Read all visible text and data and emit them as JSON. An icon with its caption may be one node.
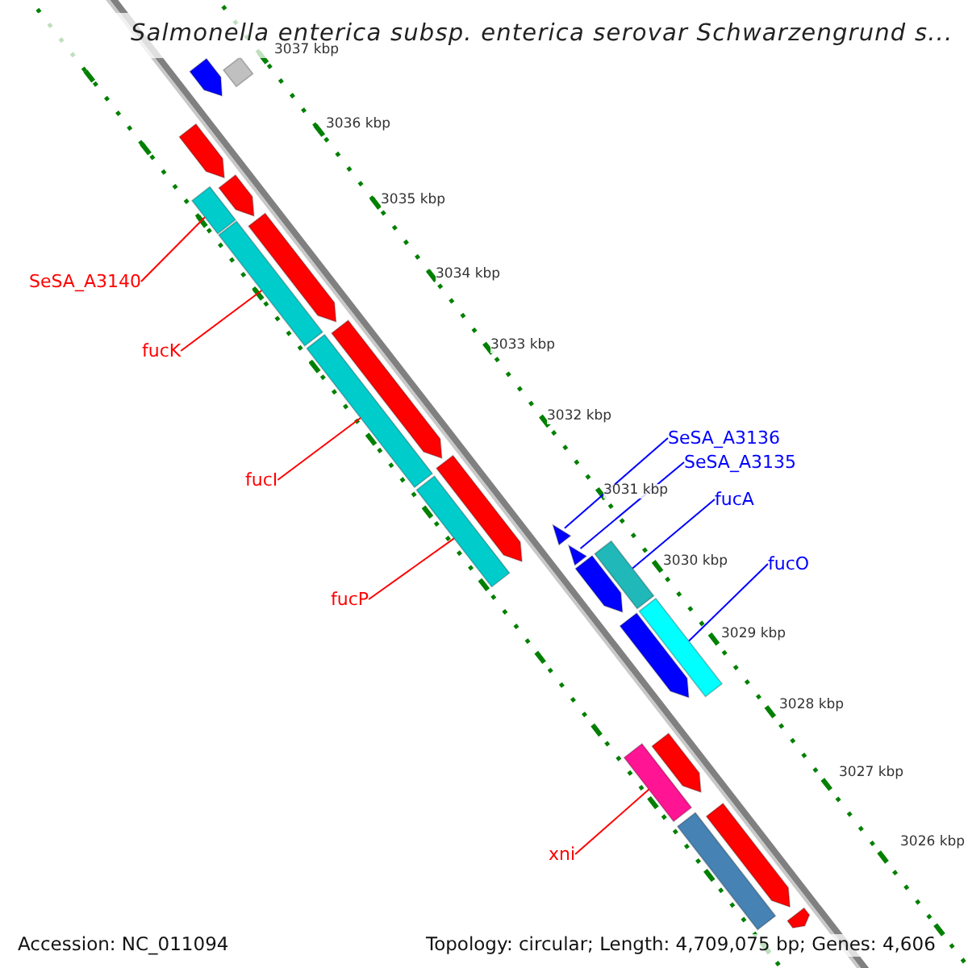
{
  "diagram": {
    "title": "Salmonella enterica subsp. enterica serovar Schwarzengrund s...",
    "nodes": [
      {
        "text": [
          "SeSA_A3140"
        ]
      },
      {
        "text": [
          "fucK"
        ]
      },
      {
        "text": [
          "fucI"
        ]
      },
      {
        "text": [
          "fucP"
        ]
      },
      {
        "text": [
          "SeSA_A3136"
        ]
      },
      {
        "text": [
          "SeSA_A3135"
        ]
      },
      {
        "text": [
          "fucA"
        ]
      },
      {
        "text": [
          "fucO"
        ]
      },
      {
        "text": [
          "xni"
        ]
      },
      {
        "text": [],
        "shape": "bar"
      },
      {
        "text": [],
        "shape": "bar"
      },
      {
        "text": [],
        "shape": "bar"
      },
      {
        "text": [],
        "shape": "bar"
      },
      {
        "text": [],
        "shape": "arrow"
      },
      {
        "text": [],
        "shape": "arrow"
      },
      {
        "text": [],
        "shape": "bar"
      },
      {
        "text": [],
        "shape": "bar"
      },
      {
        "text": [],
        "shape": "bar"
      },
      {
        "text": [],
        "shape": "arrow"
      },
      {
        "text": [],
        "shape": "bar"
      },
      {
        "text": [],
        "shape": "arrow"
      },
      {
        "text": [],
        "shape": "arrow"
      },
      {
        "text": [],
        "shape": "arrow"
      },
      {
        "text": [],
        "shape": "arrow"
      },
      {
        "text": [],
        "shape": "arrow"
      },
      {
        "text": [],
        "shape": "arrow"
      },
      {
        "text": [],
        "shape": "arrow"
      },
      {
        "text": [],
        "shape": "arrow"
      },
      {
        "text": [],
        "shape": "arrow"
      },
      {
        "text": [],
        "shape": "bar"
      },
      {
        "text": [],
        "shape": "arrow"
      }
    ],
    "edges": [
      {
        "from": 0,
        "to": 9,
        "arrow": "none"
      },
      {
        "from": 1,
        "to": 10,
        "arrow": "none"
      },
      {
        "from": 2,
        "to": 11,
        "arrow": "none"
      },
      {
        "from": 3,
        "to": 12,
        "arrow": "none"
      },
      {
        "from": 4,
        "to": 13,
        "arrow": "none",
        "color": "#0000ff"
      },
      {
        "from": 5,
        "to": 14,
        "arrow": "none",
        "color": "#0000ff"
      },
      {
        "from": 6,
        "to": 15,
        "arrow": "none",
        "color": "#0000ff"
      },
      {
        "from": 7,
        "to": 16,
        "arrow": "none",
        "color": "#0000ff"
      },
      {
        "from": 8,
        "to": 17,
        "arrow": "none"
      }
    ],
    "labels": [
      "3037 kbp",
      "3036 kbp",
      "3035 kbp",
      "3034 kbp",
      "3033 kbp",
      "3032 kbp",
      "3031 kbp",
      "3030 kbp",
      "3029 kbp",
      "3028 kbp",
      "3027 kbp",
      "3026 kbp",
      "Accession: NC_011094",
      "Topology: circular; Length: 4,709,075 bp; Genes: 4,606"
    ]
  }
}
